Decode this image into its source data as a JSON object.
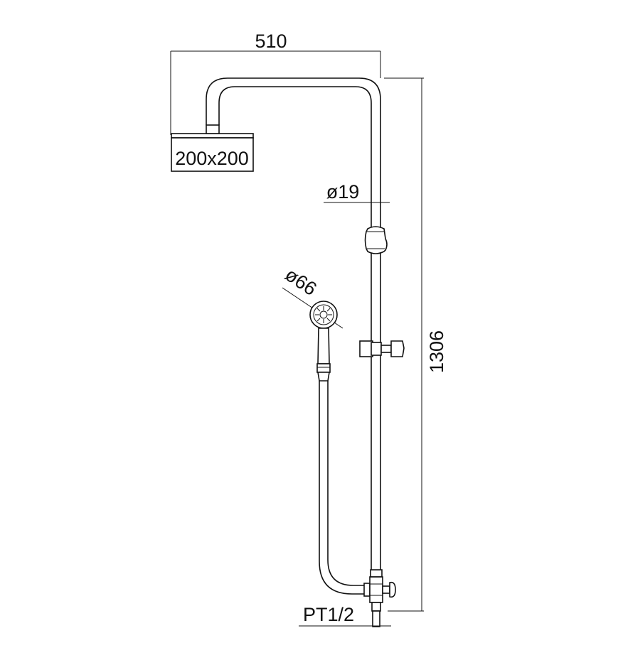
{
  "dimensions": {
    "width_overall": "510",
    "height_overall": "1306",
    "head_size": "200x200",
    "pipe_diameter": "ø19",
    "hand_shower_diameter": "ø66",
    "inlet_thread": "PT1/2"
  },
  "colors": {
    "line": "#111111",
    "background": "#ffffff"
  }
}
